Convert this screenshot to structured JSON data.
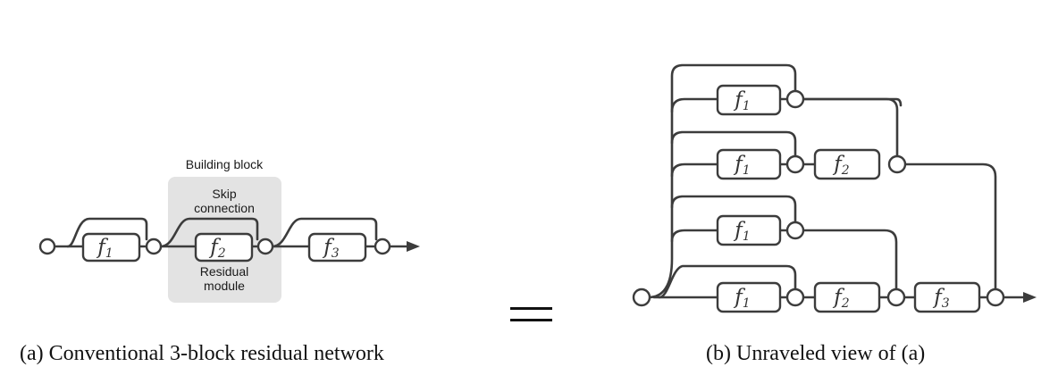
{
  "panel_a": {
    "building_block_label": "Building block",
    "skip_connection_line1": "Skip",
    "skip_connection_line2": "connection",
    "residual_module_line1": "Residual",
    "residual_module_line2": "module",
    "modules": [
      {
        "f": "f",
        "sub": "1"
      },
      {
        "f": "f",
        "sub": "2"
      },
      {
        "f": "f",
        "sub": "3"
      }
    ],
    "caption": "(a)  Conventional 3-block residual network"
  },
  "panel_b": {
    "modules": {
      "f1": {
        "f": "f",
        "sub": "1"
      },
      "f2": {
        "f": "f",
        "sub": "2"
      },
      "f3": {
        "f": "f",
        "sub": "3"
      }
    },
    "caption": "(b)  Unraveled view of (a)"
  },
  "colors": {
    "line": "#3c3c3c",
    "highlight_bg": "#e3e3e3"
  }
}
